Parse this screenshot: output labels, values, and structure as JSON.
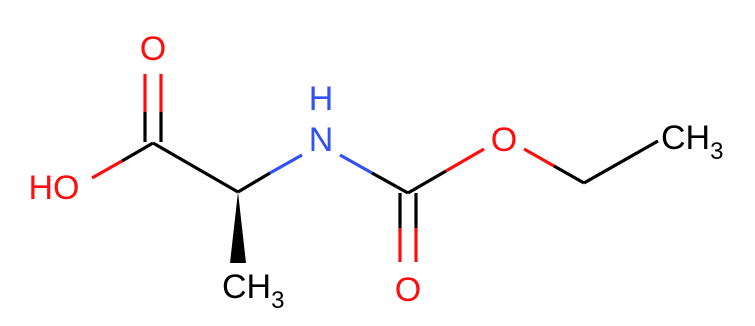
{
  "colors": {
    "carbon": "#000000",
    "oxygen": "#ff0d0d",
    "nitrogen": "#3050f8",
    "background": "#ffffff"
  },
  "molecule": {
    "stereo": "wedge",
    "labels": {
      "carbonyl_oxygen_acid": "O",
      "hydroxyl": "HO",
      "amine_nitrogen": "N",
      "amine_hydrogen": "H",
      "carbamate_carbonyl_oxygen": "O",
      "ester_oxygen": "O",
      "methyl_terminal": "CH",
      "methyl_terminal_sub": "3",
      "methyl_alpha": "CH",
      "methyl_alpha_sub": "3"
    }
  }
}
